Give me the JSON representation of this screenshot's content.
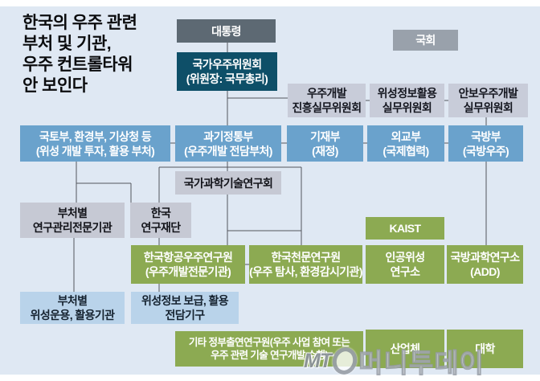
{
  "title": {
    "lines": [
      "한국의 우주 관련",
      "부처 및 기관,",
      "우주 컨트롤타워",
      "안 보인다"
    ]
  },
  "colors": {
    "background": "#dfe8f3",
    "president_box": "#5d6973",
    "space_committee_box": "#0e4f68",
    "assembly_box": "#99a1ab",
    "working_committee_box": "#c8ccd9",
    "ministry_box": "#6aa2cc",
    "agency_gray_box": "#c6c9d4",
    "institute_green_box": "#8caa52",
    "pale_blue_box": "#b9d3ea",
    "connector_line": "#53565c"
  },
  "nodes": {
    "president": {
      "line1": "대통령"
    },
    "nsc": {
      "line1": "국가우주위원회",
      "line2": "(위원장: 국무총리)"
    },
    "assembly": {
      "line1": "국회"
    },
    "committee1": {
      "line1": "우주개발",
      "line2": "진흥실무위원회"
    },
    "committee2": {
      "line1": "위성정보활용",
      "line2": "실무위원회"
    },
    "committee3": {
      "line1": "안보우주개발",
      "line2": "실무위원회"
    },
    "ministry1": {
      "line1": "국토부, 환경부, 기상청 등",
      "line2": "(위성 개발 투자, 활용 부처)"
    },
    "ministry2": {
      "line1": "과기정통부",
      "line2": "(우주개발 전담부처)"
    },
    "ministry3": {
      "line1": "기재부",
      "line2": "(재정)"
    },
    "ministry4": {
      "line1": "외교부",
      "line2": "(국제협력)"
    },
    "ministry5": {
      "line1": "국방부",
      "line2": "(국방우주)"
    },
    "nst": {
      "line1": "국가과학기술연구회"
    },
    "research_mgmt": {
      "line1": "부처별",
      "line2": "연구관리전문기관"
    },
    "nrf": {
      "line1": "한국",
      "line2": "연구재단"
    },
    "kaist": {
      "line1": "KAIST"
    },
    "kari": {
      "line1": "한국항공우주연구원",
      "line2": "(우주개발전문기관)"
    },
    "kasi": {
      "line1": "한국천문연구원",
      "line2": "(우주 탐사, 환경감시기관)"
    },
    "satrec": {
      "line1": "인공위성",
      "line2": "연구소"
    },
    "add": {
      "line1": "국방과학연구소",
      "line2": "(ADD)"
    },
    "sat_ops": {
      "line1": "부처별",
      "line2": "위성운용, 활용기관"
    },
    "sat_info": {
      "line1": "위성정보 보급, 활용",
      "line2": "전담기구"
    },
    "etc_institutes": {
      "line1": "기타 정부출연연구원(우주 사업 참여 또는",
      "line2": "우주 관련 기술 연구개발 수행)"
    },
    "industry": {
      "line1": "산업체"
    },
    "university": {
      "line1": "대학"
    }
  },
  "watermark": {
    "mt": "MT",
    "name": "머니투데이"
  }
}
